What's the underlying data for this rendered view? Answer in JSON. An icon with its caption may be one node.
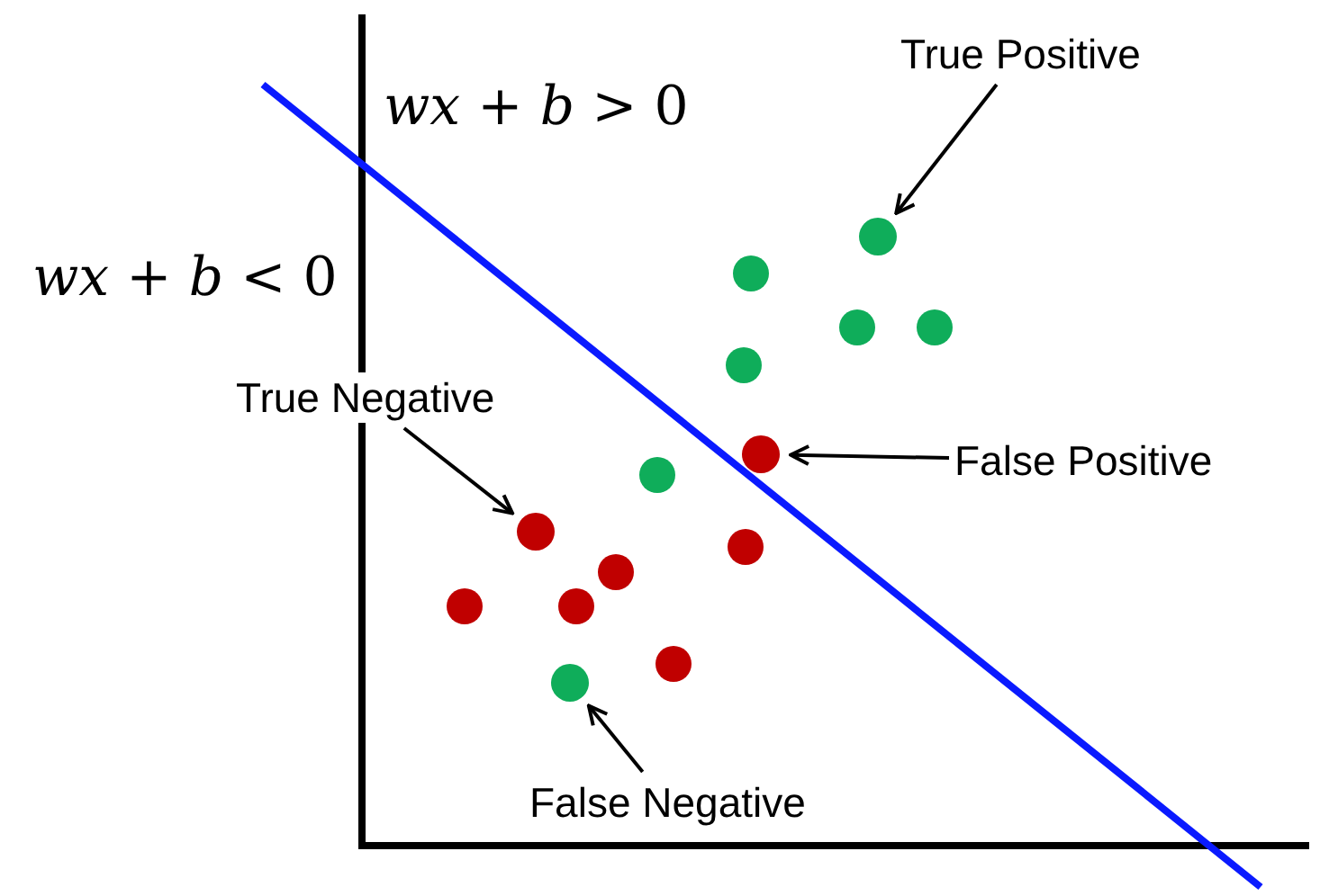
{
  "diagram": {
    "nodes": [
      {
        "text": [
          "True Positive"
        ]
      },
      {
        "text": [],
        "shape": "circle"
      },
      {
        "text": [
          "False Positive"
        ]
      },
      {
        "text": [],
        "shape": "circle"
      },
      {
        "text": [
          "True Negative"
        ]
      },
      {
        "text": [],
        "shape": "circle"
      },
      {
        "text": [
          "False Negative"
        ]
      },
      {
        "text": [],
        "shape": "circle"
      }
    ],
    "edges": [
      {
        "from": 0,
        "to": 1,
        "arrow": "to"
      },
      {
        "from": 2,
        "to": 3,
        "arrow": "to"
      },
      {
        "from": 4,
        "to": 5,
        "arrow": "to"
      },
      {
        "from": 6,
        "to": 7,
        "arrow": "to"
      }
    ],
    "labels": [
      "*wx* + *b* > 0",
      "*wx* + *b* < 0"
    ]
  }
}
